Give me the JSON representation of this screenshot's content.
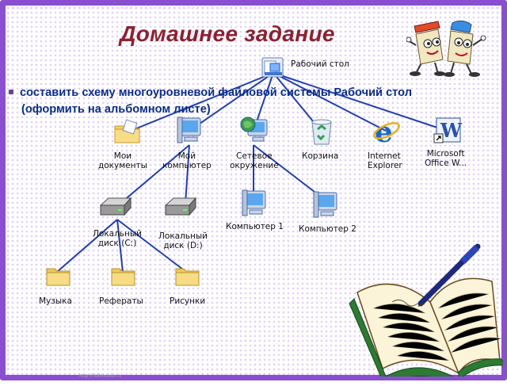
{
  "title": "Домашнее задание",
  "task": {
    "line1": "составить схему многоуровневой файловой системы Рабочий стол",
    "line2": "(оформить на альбомном листе)"
  },
  "tree": {
    "root": "Рабочий стол",
    "level1": [
      "Мои\nдокументы",
      "Мой\nкомпьютер",
      "Сетевое\nокружение",
      "Корзина",
      "Internet\nExplorer",
      "Microsoft\nOffice W..."
    ],
    "disks": [
      "Локальный\nдиск (C:)",
      "Локальный\nдиск (D:)"
    ],
    "network": [
      "Компьютер 1",
      "Компьютер 2"
    ],
    "folders": [
      "Музыка",
      "Рефераты",
      "Рисунки"
    ]
  },
  "colors": {
    "frame": "#8a4fcf",
    "title": "#8b2230",
    "text": "#0b2e86",
    "lines": "#1f3fae"
  },
  "footer": "http://fullmovie.ru"
}
